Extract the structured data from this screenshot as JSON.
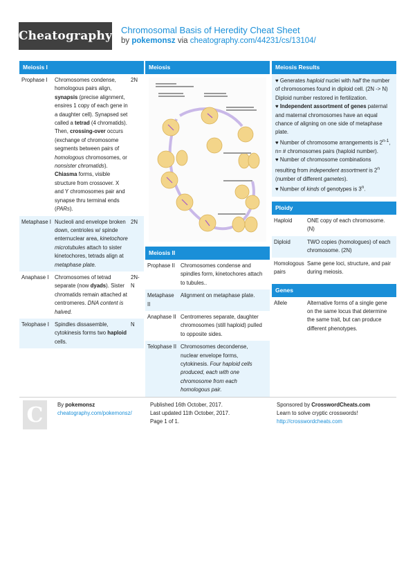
{
  "header": {
    "logo": "Cheatography",
    "title": "Chromosomal Basis of Heredity Cheat Sheet",
    "by": "by",
    "author": "pokemonsz",
    "via": "via",
    "url": "cheatography.com/44231/cs/13104/"
  },
  "meiosis1": {
    "title": "Meiosis I",
    "rows": [
      {
        "term": "Prophase I",
        "n": "2N"
      },
      {
        "term": "Metaphase I",
        "n": "2N"
      },
      {
        "term": "Anaphase I",
        "n": "2N-N"
      },
      {
        "term": "Telophase I",
        "n": "N"
      }
    ],
    "prophase": {
      "a": "Chromosomes condense, homologous pairs align,",
      "b": "synapsis",
      "c": "(precise alignment, ensires 1 copy of each gene in a daughter cell). Synapsed set called a",
      "d": "tetrad",
      "e": "(4 chromatids). Then,",
      "f": "crossing-over",
      "g": "occurs (exchange of chromosome segments between pairs of",
      "h": "homologous",
      "i": "chromosomes, or",
      "j": "nonsister chromatids",
      "k": "). ",
      "l": "Chiasma",
      "m": "forms, visible structure from crossover. X and Y chromosomes pair and synapse thru terminal ends (",
      "o": "PARs",
      "p": ")."
    },
    "metaphase": {
      "a": "Nucleoli and envelope broken down, centrioles w/ spinde enternuclear area,",
      "b": "kinetochore microtubules",
      "c": "attach to sister kinetochores, tetrads align at",
      "d": "metaphase plate."
    },
    "anaphase": {
      "a": "Chromosomes of tetrad separate (now",
      "b": "dyads",
      "c": "). Sister chromatids remain attached at centromeres.",
      "d": "DNA content is halved."
    },
    "telophase": {
      "a": "Spindles dissasemble, cytokinesis forms two",
      "b": "haploid",
      "c": "cells."
    }
  },
  "meiosis": {
    "title": "Meiosis",
    "figure_icon": "meiosis-cycle-diagram"
  },
  "meiosis2": {
    "title": "Meiosis II",
    "rows": [
      {
        "term": "Prophase II",
        "desc": "Chromosomes condense and spindles form, kinetochores attach to tubules.."
      },
      {
        "term": "Metaphase II",
        "desc": "Alignment on metaphase plate."
      },
      {
        "term": "Anaphase II",
        "desc": "Centromeres separate, daughter chromosomes (still haploid) pulled to opposite sides."
      },
      {
        "term": "Telophase II"
      }
    ],
    "telophase": {
      "a": "Chromosomes decondense, nuclear envelope forms, cytokinesis.",
      "b": "Four haploid cells produced, each with one chromosome from each homologous pair."
    }
  },
  "results": {
    "title": "Meiosis Results",
    "heart_icon": "heart-icon",
    "item1": {
      "a": "Generates",
      "b": "haploid",
      "c": "nuclei with",
      "d": "half",
      "e": "the number of chromosomes found in diploid cell. (2N -> N) Diploid number restored in fertilization."
    },
    "item2": {
      "a": "Independent assortment of genes",
      "b": "paternal and maternal chromosomes have an equal chance of aligning on one side of metaphase plate."
    },
    "item3": {
      "a": "Number of chromosome arrangements is 2",
      "sup": "n-1",
      "b": ", n= # chromosomes pairs (haploid number)."
    },
    "item4": {
      "a": "Number of chromosome combinations resulting from",
      "b": "independent assortment",
      "c": "is 2",
      "sup": "n",
      "d": "(number of different",
      "e": "gametes",
      "f": ")."
    },
    "item5": {
      "a": "Number of",
      "b": "kinds",
      "c": "of genotypes is 3",
      "sup": "n",
      "d": "."
    }
  },
  "ploidy": {
    "title": "Ploidy",
    "rows": [
      {
        "term": "Haploid",
        "desc": "ONE copy of each chromosome. (N)"
      },
      {
        "term": "Diploid",
        "desc": "TWO copies (homologues) of each chromosome. (2N)"
      },
      {
        "term": "Homologous pairs",
        "desc": "Same gene loci, structure, and pair during meiosis."
      }
    ]
  },
  "genes": {
    "title": "Genes",
    "rows": [
      {
        "term": "Allele",
        "desc": "Alternative forms of a single gene on the same locus that determine the same trait, but can produce different phenotypes."
      }
    ]
  },
  "footer": {
    "avatar": "C",
    "by": "By",
    "author": "pokemonsz",
    "author_url": "cheatography.com/pokemonsz/",
    "published": "Published 16th October, 2017.",
    "updated": "Last updated 11th October, 2017.",
    "page": "Page 1 of 1.",
    "sponsor": "Sponsored by",
    "sponsor_name": "CrosswordCheats.com",
    "sponsor_tag": "Learn to solve cryptic crosswords!",
    "sponsor_url": "http://crosswordcheats.com"
  },
  "colors": {
    "accent": "#1a8fd8",
    "alt_row": "#e7f4fc",
    "logo_bg": "#404040"
  }
}
